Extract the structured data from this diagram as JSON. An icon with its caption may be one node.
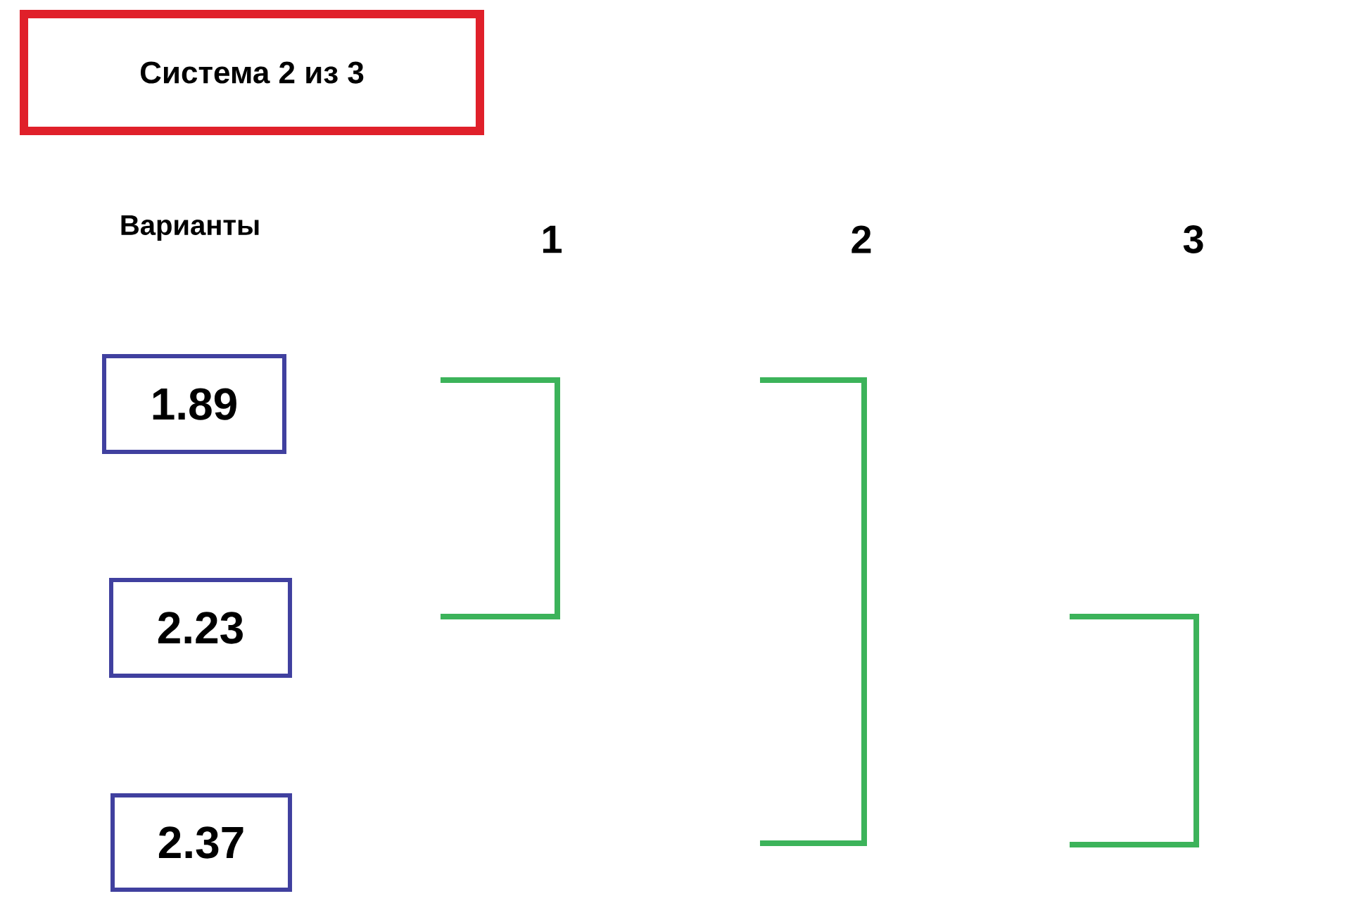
{
  "diagram": {
    "nodes": [
      {
        "text": [
          "Система 2 из 3"
        ]
      },
      {
        "text": [
          "1.89"
        ]
      },
      {
        "text": [
          "2.23"
        ]
      },
      {
        "text": [
          "2.37"
        ]
      }
    ],
    "labels": [
      "Варианты",
      "1",
      "2",
      "3"
    ]
  }
}
